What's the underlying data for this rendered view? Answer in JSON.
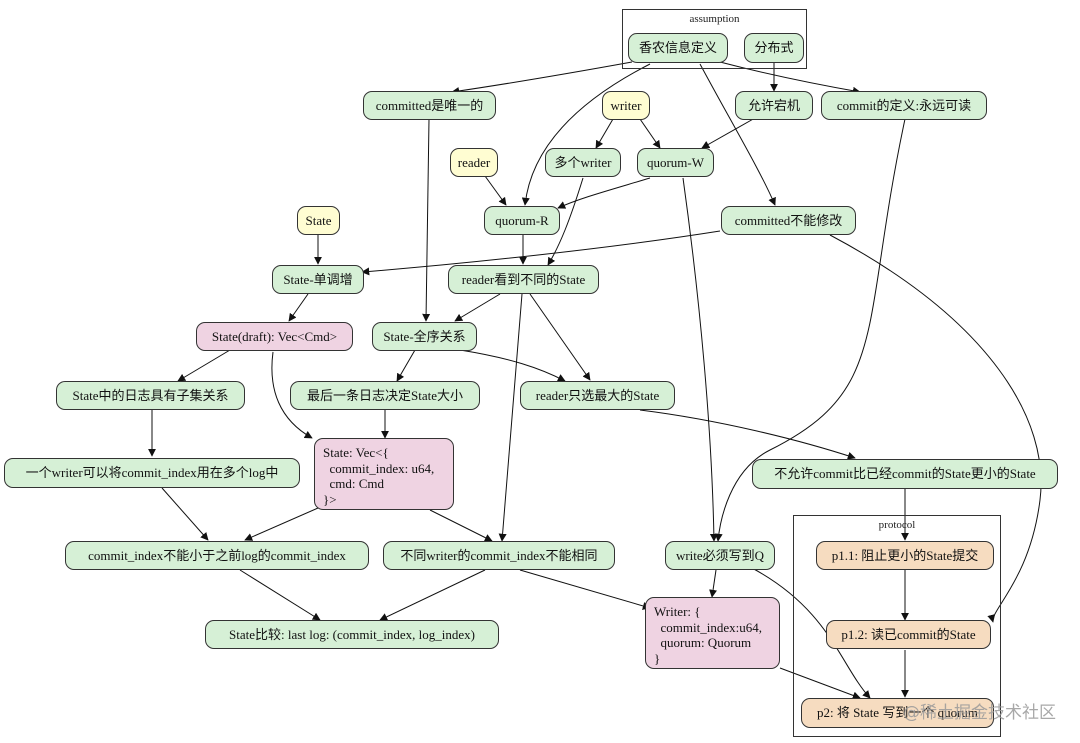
{
  "clusters": {
    "assumption": "assumption",
    "protocol": "protocol"
  },
  "nodes": {
    "xiangnong": "香农信息定义",
    "fenbushi": "分布式",
    "committed_unique": "committed是唯一的",
    "writer": "writer",
    "allow_crash": "允许宕机",
    "commit_def": "commit的定义:永远可读",
    "reader": "reader",
    "multi_writer": "多个writer",
    "quorum_w": "quorum-W",
    "state": "State",
    "quorum_r": "quorum-R",
    "committed_immutable": "committed不能修改",
    "state_monotonic": "State-单调增",
    "reader_diff_state": "reader看到不同的State",
    "state_draft": "State(draft): Vec<Cmd>",
    "state_total_order": "State-全序关系",
    "state_subset": "State中的日志具有子集关系",
    "last_log_decides": "最后一条日志决定State大小",
    "reader_pick_max": "reader只选最大的State",
    "state_vec": "State: Vec<{\n  commit_index: u64,\n  cmd: Cmd\n}>",
    "one_writer_multi_log": "一个writer可以将commit_index用在多个log中",
    "no_commit_smaller": "不允许commit比已经commit的State更小的State",
    "ci_not_less": "commit_index不能小于之前log的commit_index",
    "ci_not_same": "不同writer的commit_index不能相同",
    "write_q": "write必须写到Q",
    "p11": "p1.1: 阻止更小的State提交",
    "state_compare": "State比较: last log: (commit_index, log_index)",
    "writer_struct": "Writer: {\n  commit_index:u64,\n  quorum: Quorum\n}",
    "p12": "p1.2: 读已commit的State",
    "p2": "p2: 将 State 写到一个 quorum"
  },
  "watermark": "@稀土掘金技术社区"
}
